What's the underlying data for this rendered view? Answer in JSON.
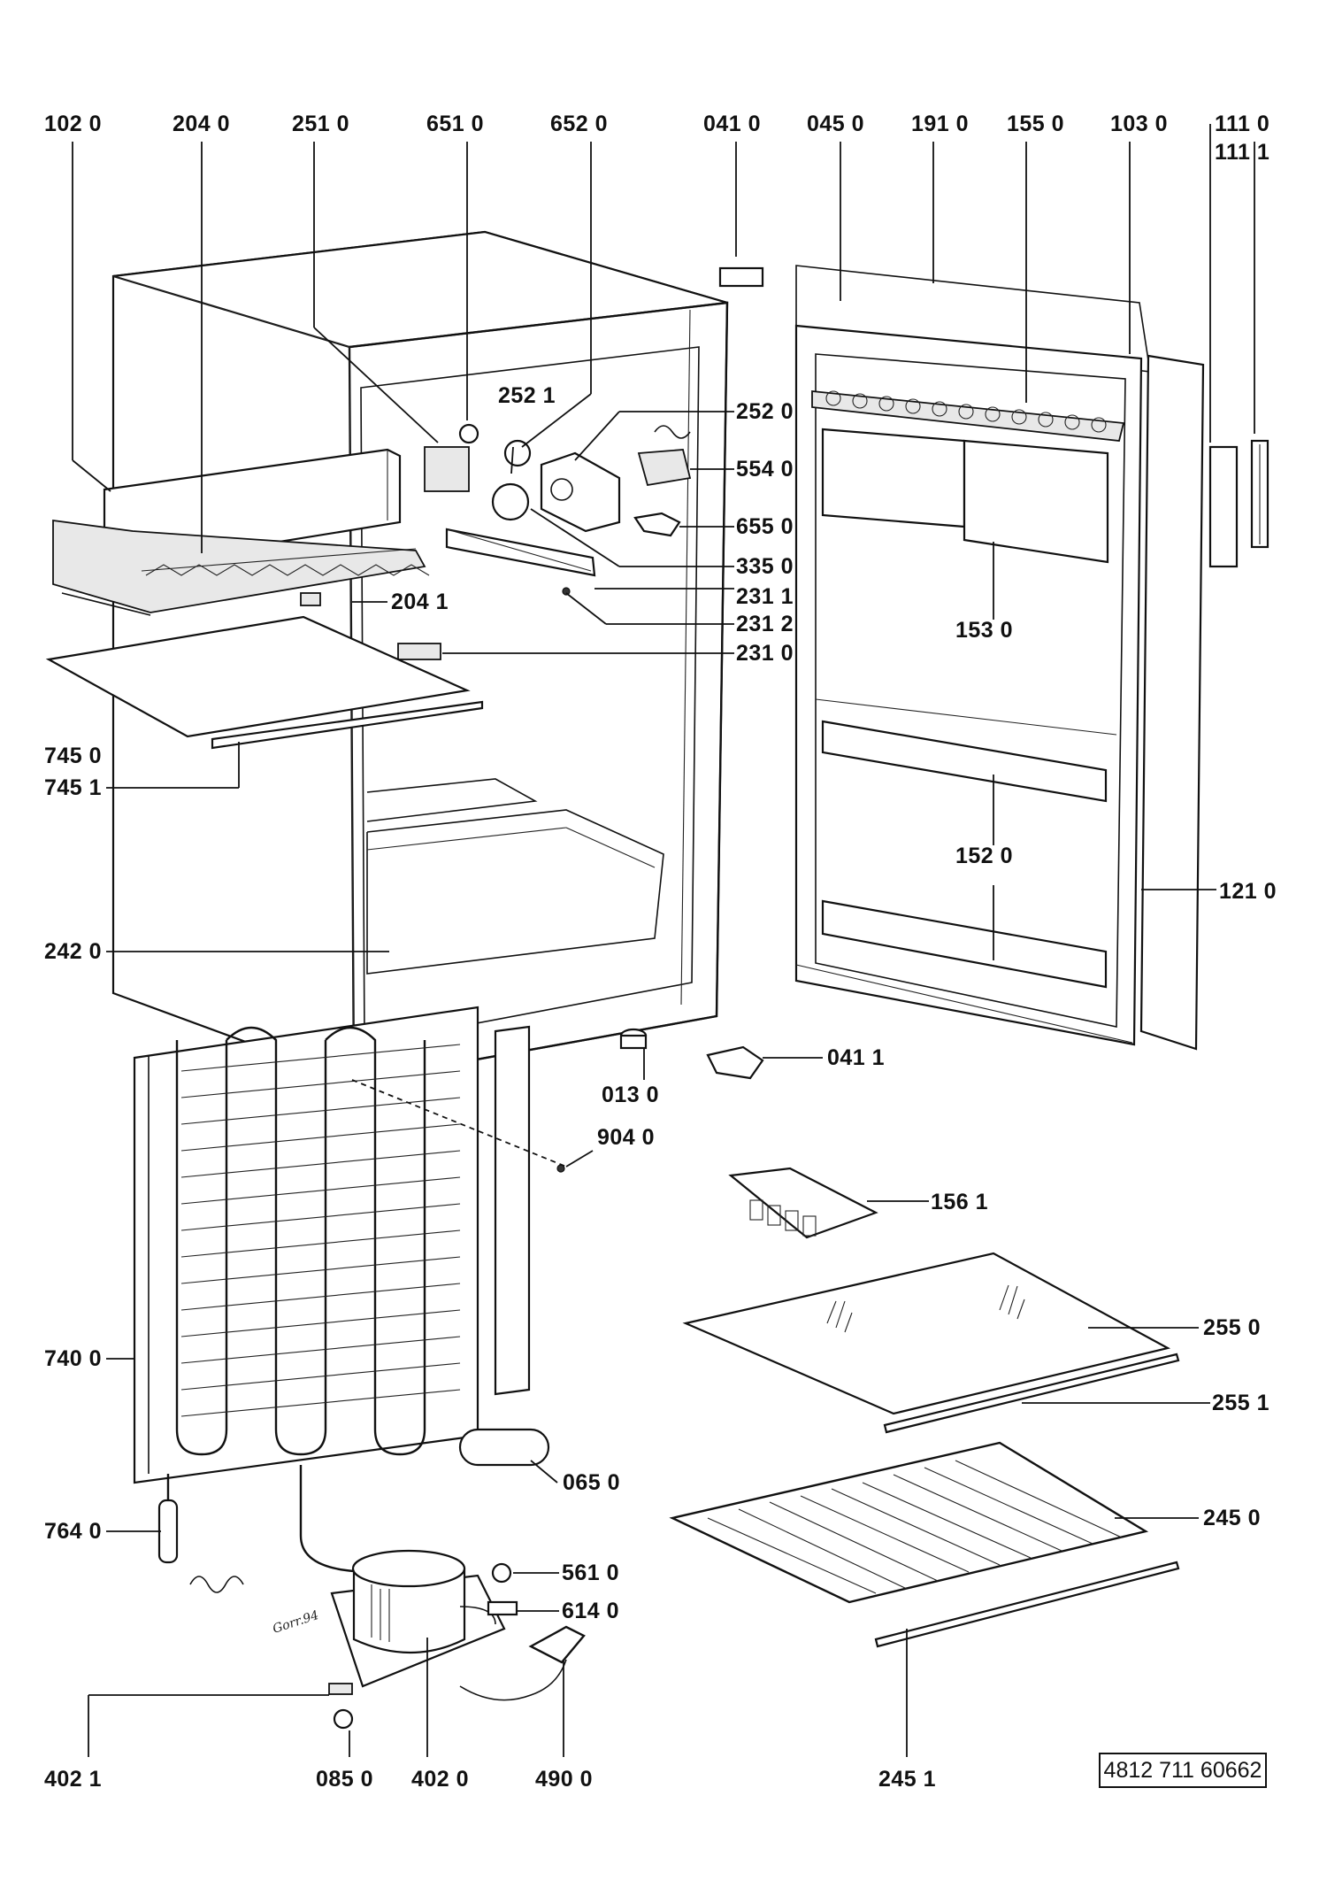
{
  "parts": {
    "p1020": "102 0",
    "p2040": "204 0",
    "p2510": "251 0",
    "p6510": "651 0",
    "p6520": "652 0",
    "p0410": "041 0",
    "p0450": "045 0",
    "p1910": "191 0",
    "p1550": "155 0",
    "p1030": "103 0",
    "p1110": "111 0",
    "p1111": "111 1",
    "p2521": "252 1",
    "p2520": "252 0",
    "p5540": "554 0",
    "p6550": "655 0",
    "p3350": "335 0",
    "p2311": "231 1",
    "p2312": "231 2",
    "p2310": "231 0",
    "p2041": "204 1",
    "p1530": "153 0",
    "p7450": "745 0",
    "p7451": "745 1",
    "p1520": "152 0",
    "p1210": "121 0",
    "p2420": "242 0",
    "p0411": "041 1",
    "p0130": "013 0",
    "p9040": "904 0",
    "p1561": "156 1",
    "p7400": "740 0",
    "p2550": "255 0",
    "p2551": "255 1",
    "p0650": "065 0",
    "p2450": "245 0",
    "p7640": "764 0",
    "p5610": "561 0",
    "p6140": "614 0",
    "p4021": "402 1",
    "p0850": "085 0",
    "p4020": "402 0",
    "p4900": "490 0",
    "p2451": "245 1"
  },
  "doc_ref": "4812 711 60662",
  "signature": "Gorr.94"
}
